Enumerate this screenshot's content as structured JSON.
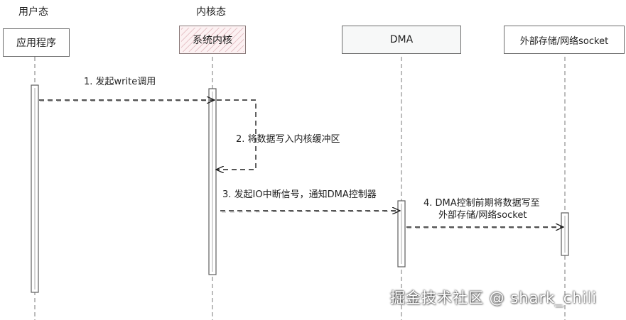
{
  "sections": {
    "user_space": "用户态",
    "kernel_space": "内核态"
  },
  "participants": {
    "app": "应用程序",
    "kernel": "系统内核",
    "dma": "DMA",
    "external": "外部存储/网络socket"
  },
  "messages": {
    "step1": "1. 发起write调用",
    "step2": "2. 将数据写入内核缓冲区",
    "step3": "3. 发起IO中断信号，通知DMA控制器",
    "step4_line1": "4. DMA控制前期将数据写至",
    "step4_line2": "外部存储/网络socket"
  },
  "watermark": "掘金技术社区 @ shark_chili",
  "colors": {
    "stroke": "#1e1e1e",
    "lifeline": "#7a7a7a",
    "kernel_fill": "#fcf1f2",
    "dma_fill": "#f7f8f8"
  }
}
